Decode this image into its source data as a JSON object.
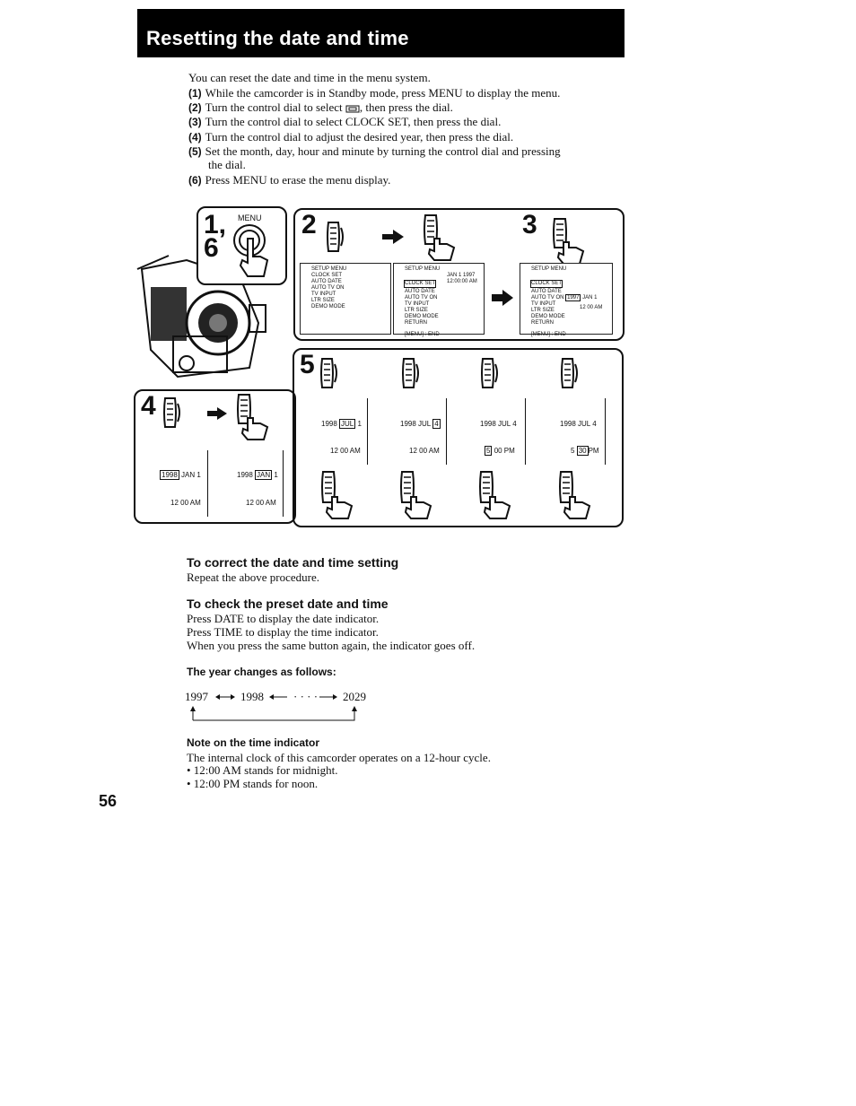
{
  "title": "Resetting the date and time",
  "intro": "You can reset the date and time in the menu system.",
  "steps": [
    {
      "num": "(1)",
      "text": "While the camcorder is in Standby mode, press MENU to display the menu."
    },
    {
      "num": "(2)",
      "text": "Turn the control dial to select",
      "icon": "clock-menu-icon",
      "text_after": ", then press the dial."
    },
    {
      "num": "(3)",
      "text": "Turn the control dial to select CLOCK SET, then press the dial."
    },
    {
      "num": "(4)",
      "text": "Turn the control dial to adjust the desired year, then press the dial."
    },
    {
      "num": "(5)",
      "text": "Set the month, day, hour and minute by turning the control dial and pressing",
      "text2": "the dial."
    },
    {
      "num": "(6)",
      "text": "Press MENU to erase the menu display."
    }
  ],
  "figure": {
    "step1_6": {
      "label": "1,",
      "label2": "6",
      "button": "MENU"
    },
    "step2": {
      "label": "2",
      "screen1": [
        "SETUP MENU",
        "CLOCK SET",
        "AUTO DATE",
        "AUTO TV ON",
        "TV INPUT",
        "LTR SIZE",
        "DEMO MODE"
      ],
      "screen2": [
        "SETUP MENU",
        "CLOCK SET",
        "AUTO DATE",
        "AUTO TV ON",
        "TV INPUT",
        "LTR SIZE",
        "DEMO MODE",
        "RETURN"
      ],
      "screen2_side": [
        "JAN  1 1997",
        "12:00:00 AM"
      ],
      "screen2_footer": "[MENU] : END"
    },
    "step3": {
      "label": "3",
      "screen": [
        "SETUP MENU",
        "CLOCK SET",
        "AUTO DATE",
        "AUTO TV ON",
        "TV INPUT",
        "LTR SIZE",
        "DEMO MODE",
        "RETURN"
      ],
      "year": "1997",
      "side": "JAN  1",
      "time": "12  00  AM",
      "footer": "[MENU] : END"
    },
    "step4": {
      "label": "4",
      "d1_year": "1998",
      "d1_rest": "JAN  1",
      "d1_time": "12  00 AM",
      "d2_year": "1998",
      "d2_month": "JAN",
      "d2_day": "1",
      "d2_time": "12  00 AM"
    },
    "step5": {
      "label": "5",
      "d1_year": "1998",
      "d1_month": "JUL",
      "d1_day": "1",
      "d1_time": "12  00 AM",
      "d2_year": "1998",
      "d2_month": "JUL",
      "d2_day": "4",
      "d2_time": "12  00 AM",
      "d3_year": "1998",
      "d3_month": "JUL",
      "d3_day": "4",
      "d3_hour": "5",
      "d3_rest": "00 PM",
      "d4_year": "1998",
      "d4_month": "JUL",
      "d4_day": "4",
      "d4_hour": "5",
      "d4_min": "30",
      "d4_ampm": "PM"
    }
  },
  "correct": {
    "heading": "To correct the date and time setting",
    "text": "Repeat the above procedure."
  },
  "check": {
    "heading": "To check the preset date and time",
    "lines": [
      "Press DATE to display the date indicator.",
      "Press TIME to display the time indicator.",
      "When you press the same button again, the indicator goes off."
    ]
  },
  "year_changes": {
    "heading": "The year changes as follows:",
    "y1": "1997",
    "y2": "1998",
    "y3": "2029",
    "dots": "· · · ·"
  },
  "note": {
    "heading": "Note on the time indicator",
    "text": "The internal clock of this camcorder operates on a 12-hour cycle.",
    "bullets": [
      "• 12:00 AM stands for midnight.",
      "• 12:00 PM stands for noon."
    ]
  },
  "page_number": "56"
}
